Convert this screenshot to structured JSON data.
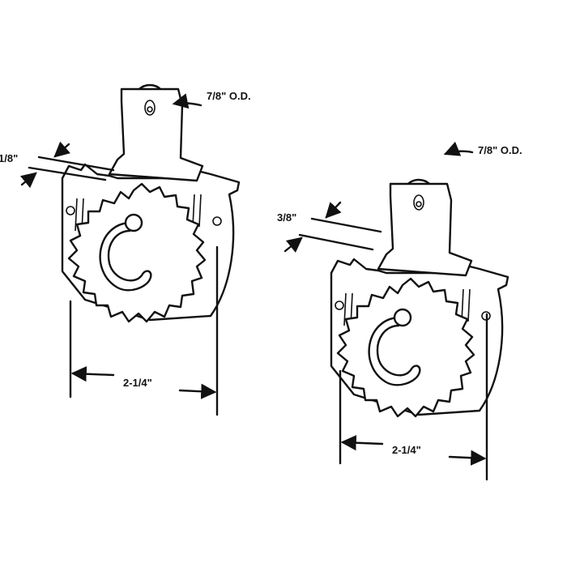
{
  "left_part": {
    "wheel_label": "7/8\" O.D.",
    "thickness_label": "1/8\"",
    "width_label": "2-1/4\""
  },
  "right_part": {
    "wheel_label": "7/8\" O.D.",
    "thickness_label": "3/8\"",
    "width_label": "2-1/4\""
  }
}
